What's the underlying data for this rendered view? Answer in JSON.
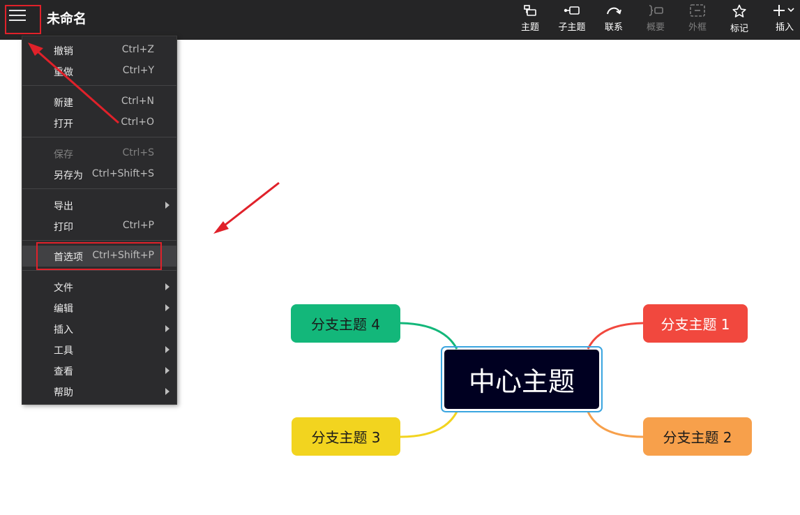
{
  "app": {
    "doc_title": "未命名"
  },
  "toolbar": {
    "items": [
      {
        "label": "主题",
        "icon": "topic-icon",
        "enabled": true
      },
      {
        "label": "子主题",
        "icon": "subtopic-icon",
        "enabled": true
      },
      {
        "label": "联系",
        "icon": "relationship-icon",
        "enabled": true
      },
      {
        "label": "概要",
        "icon": "summary-icon",
        "enabled": false
      },
      {
        "label": "外框",
        "icon": "boundary-icon",
        "enabled": false
      },
      {
        "label": "标记",
        "icon": "star-icon",
        "enabled": true
      },
      {
        "label": "插入",
        "icon": "plus-icon",
        "enabled": true
      }
    ]
  },
  "menu": {
    "items": [
      {
        "label": "撤销",
        "shortcut": "Ctrl+Z"
      },
      {
        "label": "重做",
        "shortcut": "Ctrl+Y"
      },
      {
        "label": "新建",
        "shortcut": "Ctrl+N"
      },
      {
        "label": "打开",
        "shortcut": "Ctrl+O"
      },
      {
        "label": "保存",
        "shortcut": "Ctrl+S"
      },
      {
        "label": "另存为",
        "shortcut": "Ctrl+Shift+S"
      },
      {
        "label": "导出",
        "shortcut": ""
      },
      {
        "label": "打印",
        "shortcut": "Ctrl+P"
      },
      {
        "label": "首选项",
        "shortcut": "Ctrl+Shift+P"
      },
      {
        "label": "文件",
        "shortcut": ""
      },
      {
        "label": "编辑",
        "shortcut": ""
      },
      {
        "label": "插入",
        "shortcut": ""
      },
      {
        "label": "工具",
        "shortcut": ""
      },
      {
        "label": "查看",
        "shortcut": ""
      },
      {
        "label": "帮助",
        "shortcut": ""
      }
    ]
  },
  "mindmap": {
    "central": "中心主题",
    "branches": [
      {
        "label": "分支主题 1",
        "color": "#f1483e",
        "text_color": "#ffffff"
      },
      {
        "label": "分支主题 2",
        "color": "#f7a04b",
        "text_color": "#1a1a1a"
      },
      {
        "label": "分支主题 3",
        "color": "#f2d41f",
        "text_color": "#1a1a1a"
      },
      {
        "label": "分支主题 4",
        "color": "#13b77a",
        "text_color": "#1a1a1a"
      }
    ]
  },
  "colors": {
    "annotation_red": "#e0212a",
    "central_bg": "#000021",
    "selection_blue": "#3aa5e0"
  }
}
